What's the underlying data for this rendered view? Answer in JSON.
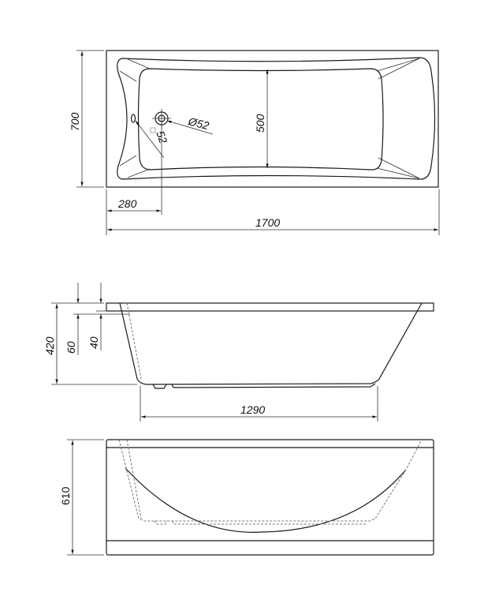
{
  "drawing": {
    "top_view": {
      "length": "1700",
      "width": "700",
      "inner_width": "500",
      "drain_offset": "280",
      "drain_diameter": "Ø52",
      "overflow_size": "52"
    },
    "side_view": {
      "height": "420",
      "rim_depth_a": "60",
      "rim_depth_b": "40",
      "bottom_length": "1290"
    },
    "front_view": {
      "panel_height": "610"
    }
  }
}
